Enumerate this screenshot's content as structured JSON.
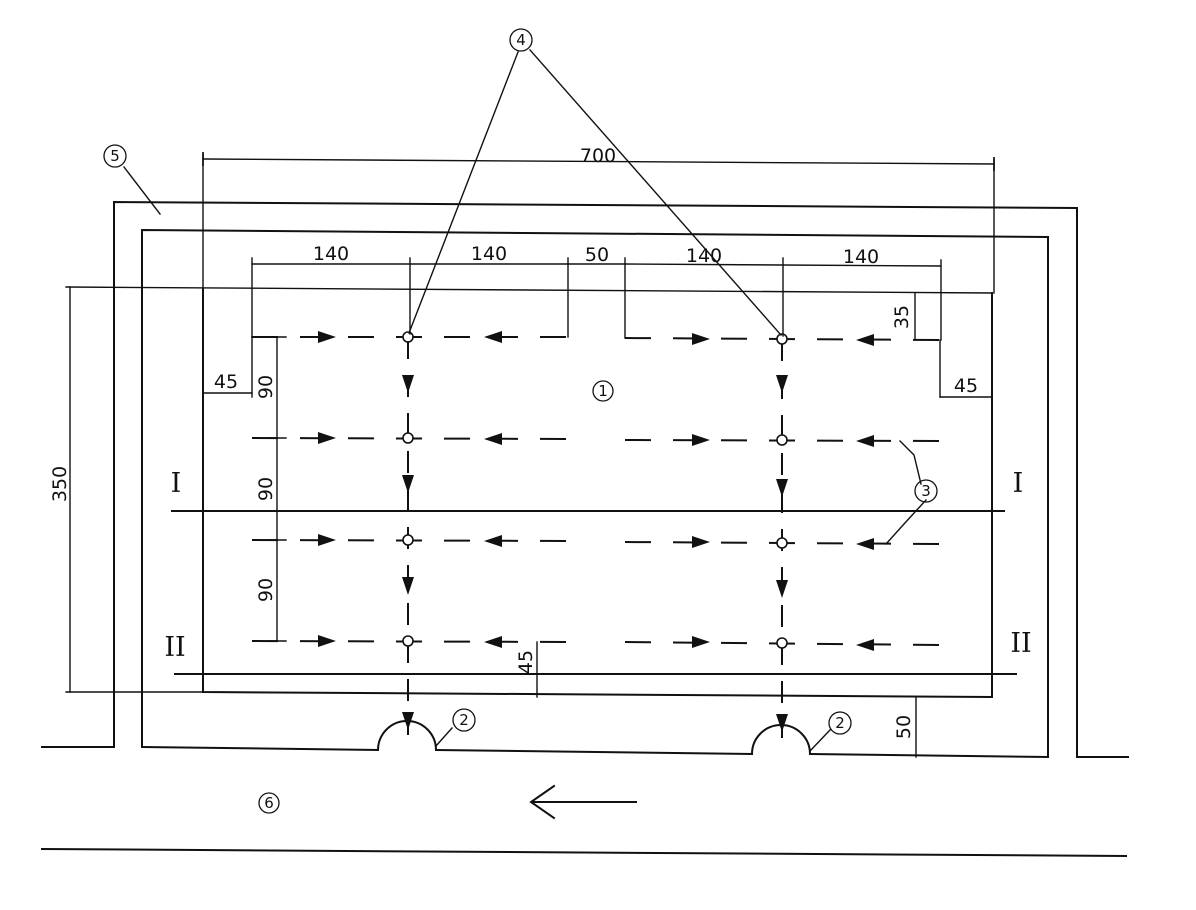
{
  "dimensions": {
    "overall_width": "700",
    "seg_140_a": "140",
    "seg_140_b": "140",
    "seg_50_top": "50",
    "seg_140_c": "140",
    "seg_140_d": "140",
    "right_top_35": "35",
    "left_45": "45",
    "right_45": "45",
    "row_90_a": "90",
    "row_90_b": "90",
    "row_90_c": "90",
    "height_350": "350",
    "bottom_45": "45",
    "bottom_right_50": "50"
  },
  "section_marks": {
    "I_left": "I",
    "I_right": "I",
    "II_left": "II",
    "II_right": "II"
  },
  "callouts": {
    "c1": "1",
    "c2a": "2",
    "c2b": "2",
    "c3": "3",
    "c4": "4",
    "c5": "5",
    "c6": "6"
  }
}
